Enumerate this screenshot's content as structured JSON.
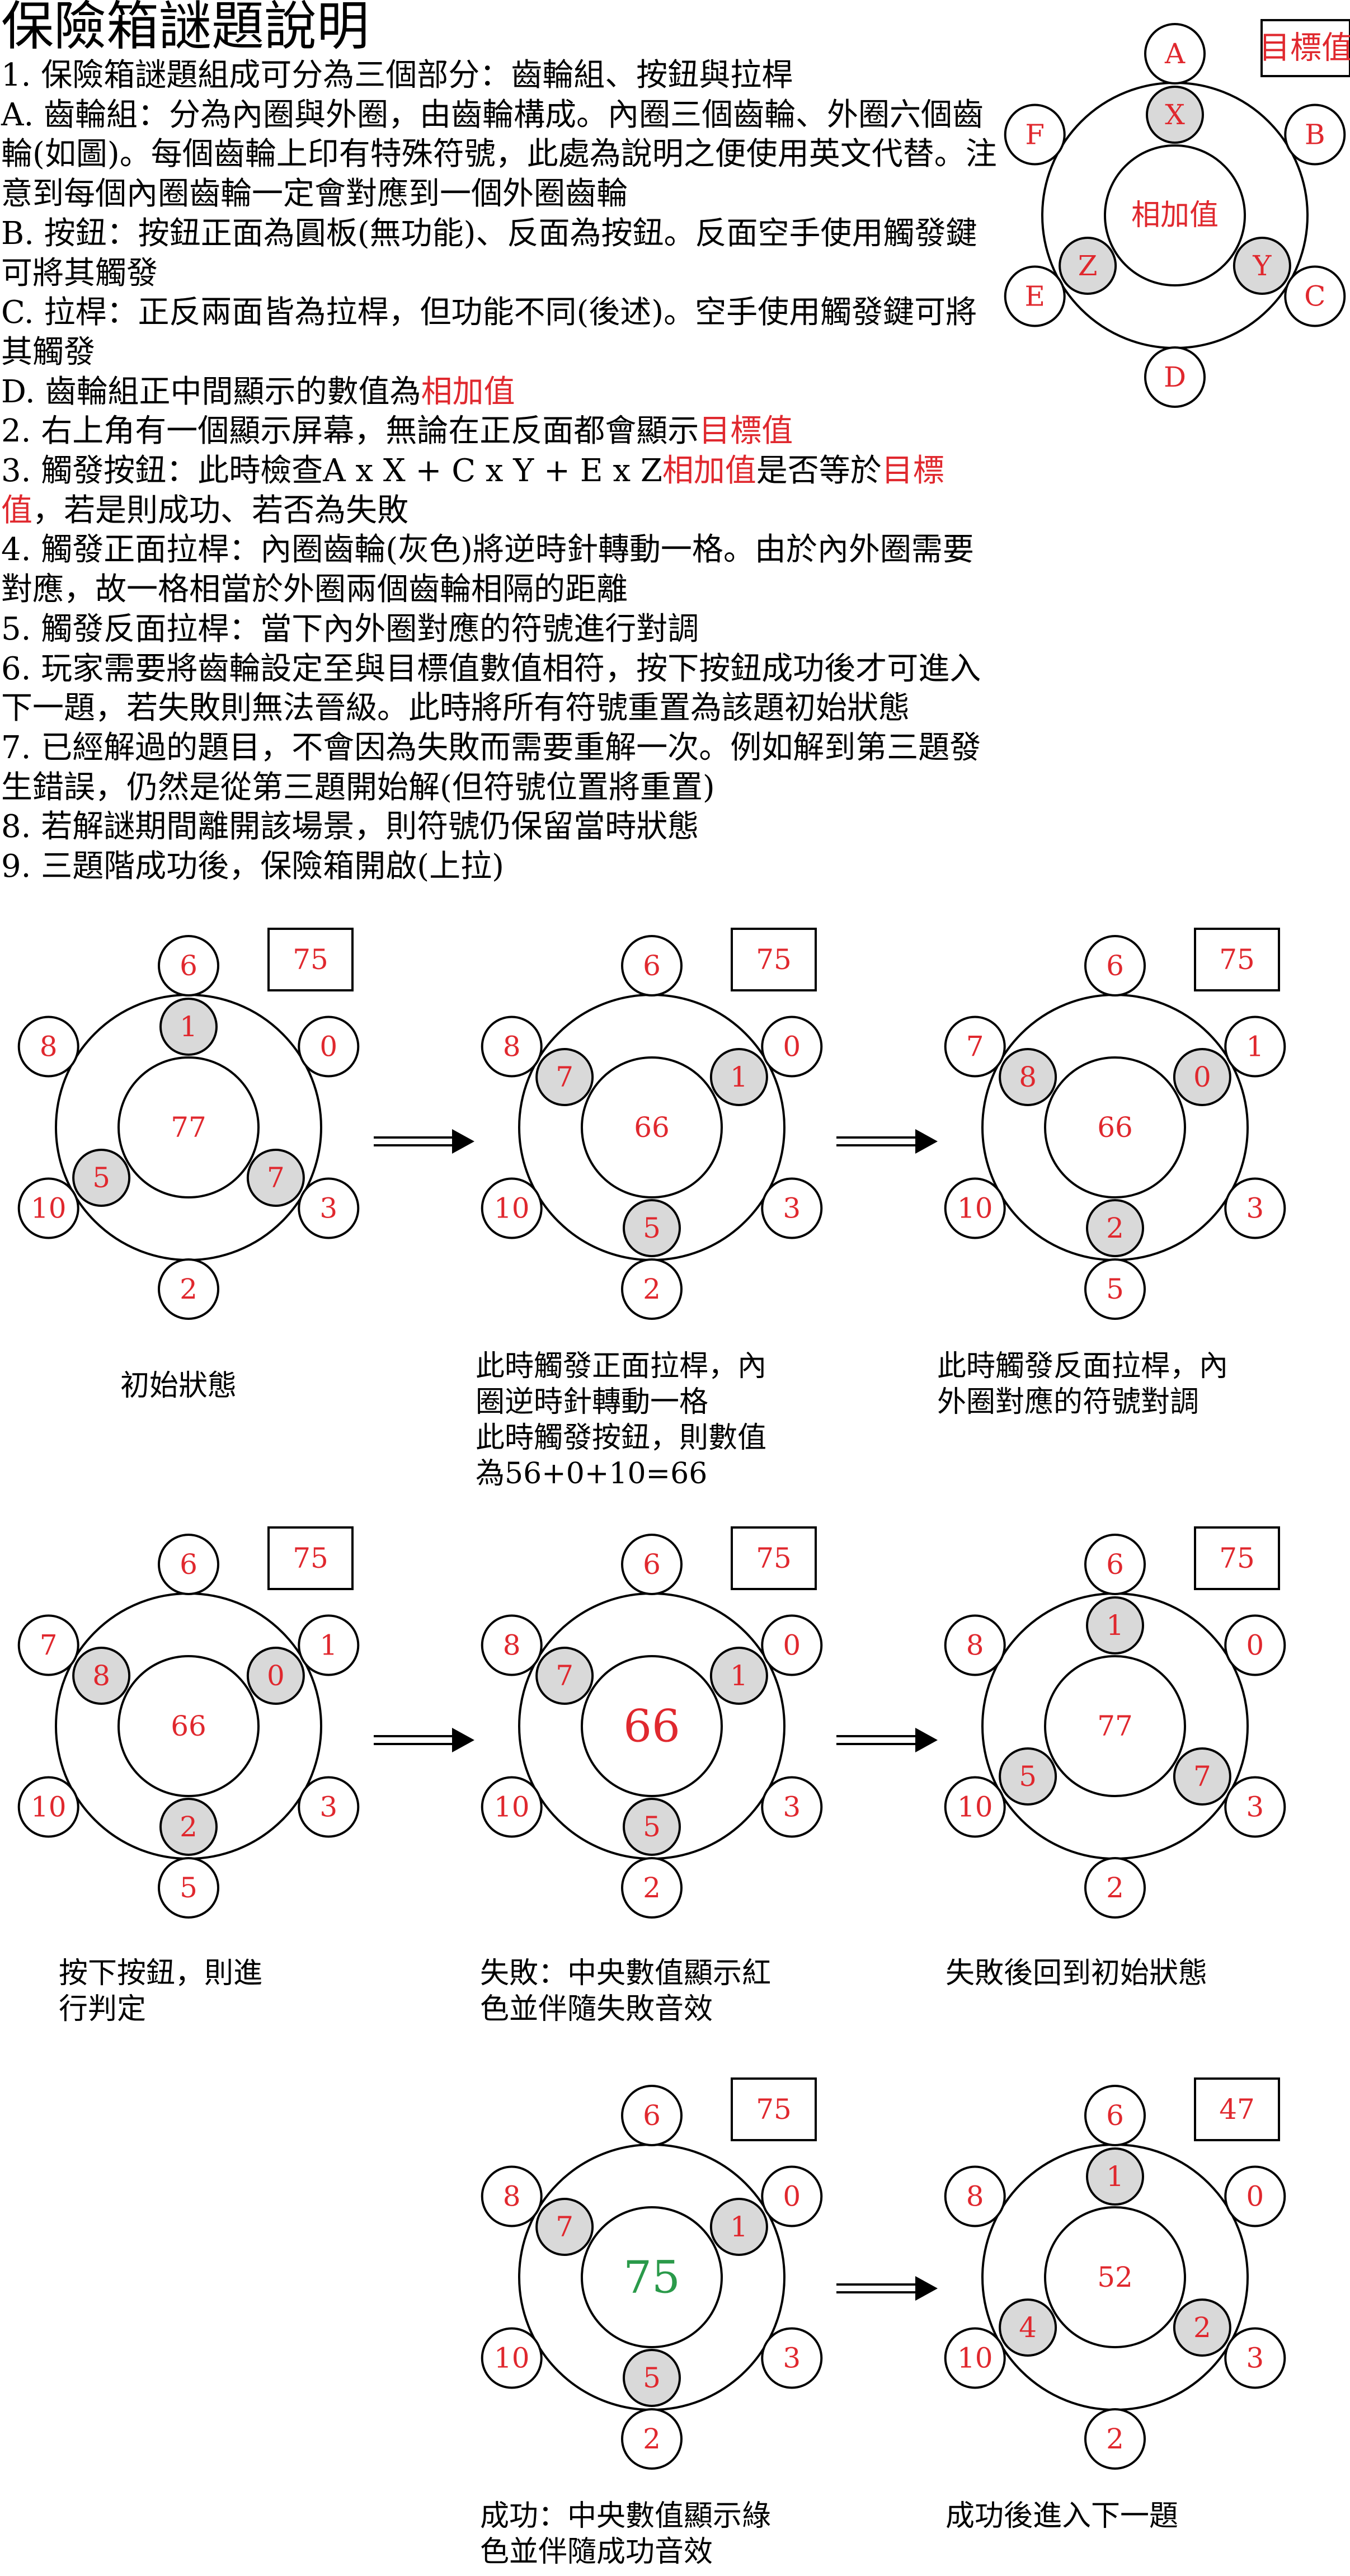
{
  "title": "保險箱謎題說明",
  "rules": [
    [
      {
        "t": "1. 保險箱謎題組成可分為三個部分：齒輪組、按鈕與拉桿"
      }
    ],
    [
      {
        "t": " A. 齒輪組：分為內圈與外圈，由齒輪構成。內圈三個齒輪、外圈六個齒輪(如圖)。每個齒輪上印有特殊符號，此處為說明之便使用英文代替。注意到每個內圈齒輪一定會對應到一個外圈齒輪"
      }
    ],
    [
      {
        "t": " B. 按鈕：按鈕正面為圓板(無功能)、反面為按鈕。反面空手使用觸發鍵可將其觸發"
      }
    ],
    [
      {
        "t": " C. 拉桿：正反兩面皆為拉桿，但功能不同(後述)。空手使用觸發鍵可將其觸發"
      }
    ],
    [
      {
        "t": " D. 齒輪組正中間顯示的數值為"
      },
      {
        "t": "相加值",
        "red": true
      }
    ],
    [
      {
        "t": "2. 右上角有一個顯示屏幕，無論在正反面都會顯示"
      },
      {
        "t": "目標值",
        "red": true
      }
    ],
    [
      {
        "t": "3. 觸發按鈕：此時檢查A x X + C x Y + E x Z"
      },
      {
        "t": "相加值",
        "red": true
      },
      {
        "t": "是否等於"
      },
      {
        "t": "目標值",
        "red": true
      },
      {
        "t": "，若是則成功、若否為失敗"
      }
    ],
    [
      {
        "t": "4. 觸發正面拉桿：內圈齒輪(灰色)將逆時針轉動一格。由於內外圈需要對應，故一格相當於外圈兩個齒輪相隔的距離"
      }
    ],
    [
      {
        "t": "5. 觸發反面拉桿：當下內外圈對應的符號進行對調"
      }
    ],
    [
      {
        "t": "6. 玩家需要將齒輪設定至與目標值數值相符，按下按鈕成功後才可進入下一題，若失敗則無法晉級。此時將所有符號重置為該題初始狀態"
      }
    ],
    [
      {
        "t": "7. 已經解過的題目，不會因為失敗而需要重解一次。例如解到第三題發生錯誤，仍然是從第三題開始解(但符號位置將重置)"
      }
    ],
    [
      {
        "t": "8. 若解謎期間離開該場景，則符號仍保留當時狀態"
      }
    ],
    [
      {
        "t": "9. 三題階成功後，保險箱開啟(上拉)"
      }
    ]
  ],
  "legend": {
    "outer": [
      "A",
      "B",
      "C",
      "D",
      "E",
      "F"
    ],
    "inner": [
      "X",
      "Y",
      "Z"
    ],
    "center": "相加值",
    "target": "目標值"
  },
  "diagrams": [
    {
      "outer": [
        "6",
        "0",
        "3",
        "2",
        "10",
        "8"
      ],
      "inner": [
        "1",
        "7",
        "5"
      ],
      "center": "77",
      "target": "75",
      "rot": 0
    },
    {
      "outer": [
        "6",
        "0",
        "3",
        "2",
        "10",
        "8"
      ],
      "inner": [
        "1",
        "5",
        "7"
      ],
      "center": "66",
      "target": "75",
      "rot": 1
    },
    {
      "outer": [
        "6",
        "1",
        "3",
        "5",
        "10",
        "7"
      ],
      "inner": [
        "0",
        "2",
        "8"
      ],
      "center": "66",
      "target": "75",
      "rot": 1
    },
    {
      "outer": [
        "6",
        "1",
        "3",
        "5",
        "10",
        "7"
      ],
      "inner": [
        "0",
        "2",
        "8"
      ],
      "center": "66",
      "target": "75",
      "rot": 1
    },
    {
      "outer": [
        "6",
        "0",
        "3",
        "2",
        "10",
        "8"
      ],
      "inner": [
        "1",
        "5",
        "7"
      ],
      "center": "66",
      "target": "75",
      "rot": 1,
      "big": true
    },
    {
      "outer": [
        "6",
        "0",
        "3",
        "2",
        "10",
        "8"
      ],
      "inner": [
        "1",
        "7",
        "5"
      ],
      "center": "77",
      "target": "75",
      "rot": 0
    },
    {
      "outer": [
        "6",
        "0",
        "3",
        "2",
        "10",
        "8"
      ],
      "inner": [
        "1",
        "5",
        "7"
      ],
      "center": "75",
      "target": "75",
      "rot": 1,
      "big": true,
      "green": true
    },
    {
      "outer": [
        "6",
        "0",
        "3",
        "2",
        "10",
        "8"
      ],
      "inner": [
        "1",
        "2",
        "4"
      ],
      "center": "52",
      "target": "47",
      "rot": 0
    }
  ],
  "captions": [
    [
      "初始狀態"
    ],
    [
      "此時觸發正面拉桿，內",
      "圈逆時針轉動一格",
      "此時觸發按鈕，則數值",
      "為56+0+10=66"
    ],
    [
      "此時觸發反面拉桿，內",
      "外圈對應的符號對調"
    ],
    [
      "按下按鈕，則進",
      "行判定"
    ],
    [
      "失敗：中央數值顯示紅",
      "色並伴隨失敗音效"
    ],
    [
      "失敗後回到初始狀態"
    ],
    [
      "成功：中央數值顯示綠",
      "色並伴隨成功音效"
    ],
    [
      "成功後進入下一題"
    ]
  ],
  "colors": {
    "red": "#e0282e",
    "green": "#2a9a4a",
    "gray": "#d9d9d9"
  }
}
